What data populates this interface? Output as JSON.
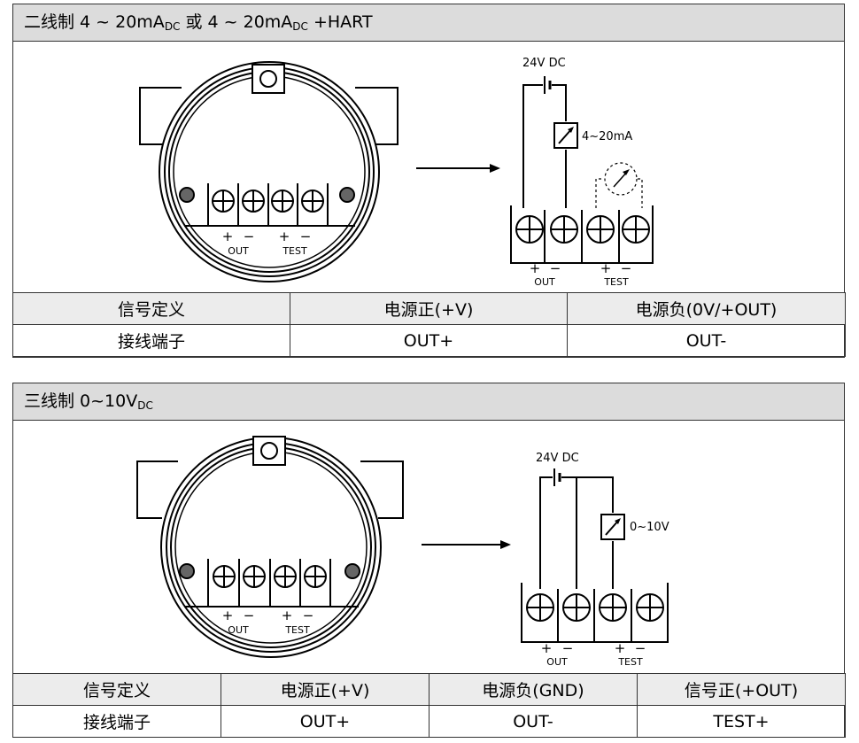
{
  "panel1": {
    "title": {
      "p1": "二线制 4 ~ 20mA",
      "s1": "DC",
      "p2": " 或 4 ~ 20mA",
      "s2": "DC",
      "p3": "  +HART"
    },
    "housing_labels": {
      "out_plus": "+",
      "out_minus": "−",
      "out": "OUT",
      "test_plus": "+",
      "test_minus": "−",
      "test": "TEST"
    },
    "circuit": {
      "supply": "24V DC",
      "meter": "4~20mA",
      "terminal_labels": {
        "out_plus": "+",
        "out_minus": "−",
        "out": "OUT",
        "test_plus": "+",
        "test_minus": "−",
        "test": "TEST"
      }
    },
    "table": {
      "header": [
        "信号定义",
        "电源正(+V)",
        "电源负(0V/+OUT)"
      ],
      "row": [
        "接线端子",
        "OUT+",
        "OUT-"
      ]
    }
  },
  "panel2": {
    "title": {
      "p1": "三线制 0~10V",
      "s1": "DC"
    },
    "housing_labels": {
      "out_plus": "+",
      "out_minus": "−",
      "out": "OUT",
      "test_plus": "+",
      "test_minus": "−",
      "test": "TEST"
    },
    "circuit": {
      "supply": "24V DC",
      "meter": "0~10V",
      "terminal_labels": {
        "out_plus": "+",
        "out_minus": "−",
        "out": "OUT",
        "test_plus": "+",
        "test_minus": "−",
        "test": "TEST"
      }
    },
    "table": {
      "header": [
        "信号定义",
        "电源正(+V)",
        "电源负(GND)",
        "信号正(+OUT)"
      ],
      "row": [
        "接线端子",
        "OUT+",
        "OUT-",
        "TEST+"
      ]
    }
  }
}
